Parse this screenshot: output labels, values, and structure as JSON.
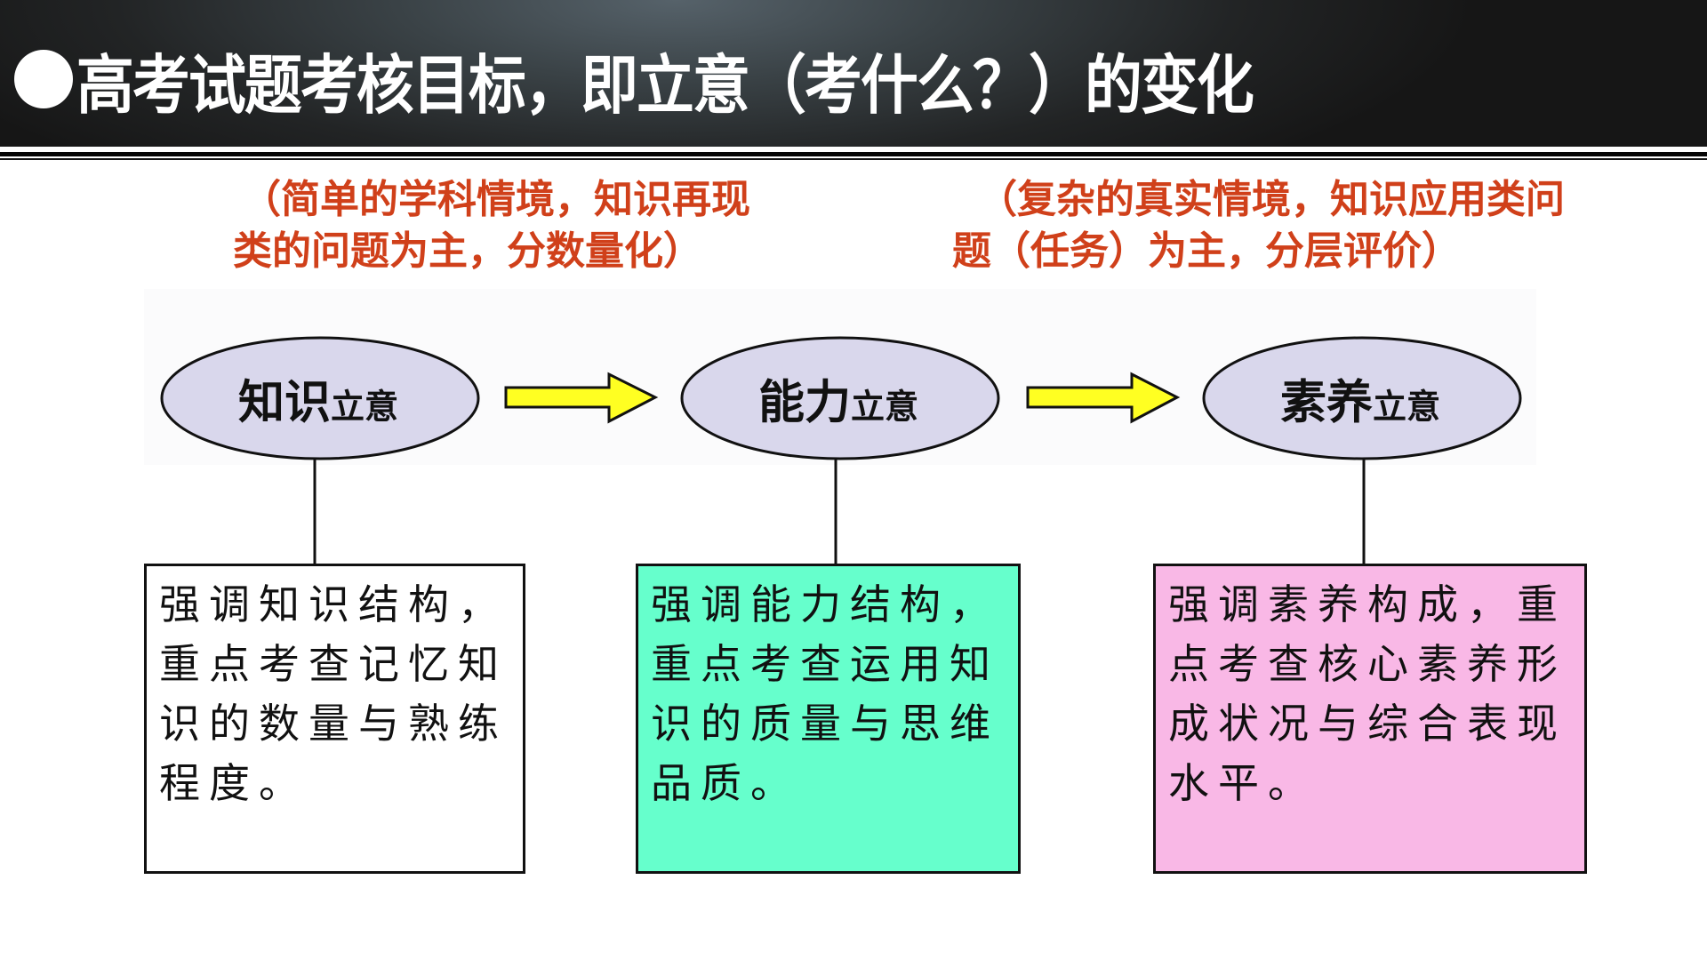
{
  "slide": {
    "title": "高考试题考核目标，即立意（考什么？）的变化",
    "title_bullet_icon": "filled-circle-bullet"
  },
  "annotations": {
    "left": {
      "line1": "（简单的学科情境，知识再现",
      "line2": "类的问题为主，分数量化）"
    },
    "right": {
      "line1": "（复杂的真实情境，知识应用类问",
      "line2": "题（任务）为主，分层评价）"
    },
    "color": "#d0401a"
  },
  "flow": {
    "nodes": [
      {
        "main": "知识",
        "suffix": "立意"
      },
      {
        "main": "能力",
        "suffix": "立意"
      },
      {
        "main": "素养",
        "suffix": "立意"
      }
    ],
    "arrows": [
      "arrow-right-icon",
      "arrow-right-icon"
    ],
    "node_fill": "#d9d7ec",
    "arrow_fill": "#ffff22"
  },
  "boxes": [
    {
      "text": "强调知识结构，重点考查记忆知识的数量与熟练程度。",
      "color": "#ffffff"
    },
    {
      "text": "强调能力结构，重点考查运用知识的质量与思维品质。",
      "color": "#66ffcc"
    },
    {
      "text": "强调素养构成，重点考查核心素养形成状况与综合表现水平。",
      "color": "#f9b8e6"
    }
  ]
}
